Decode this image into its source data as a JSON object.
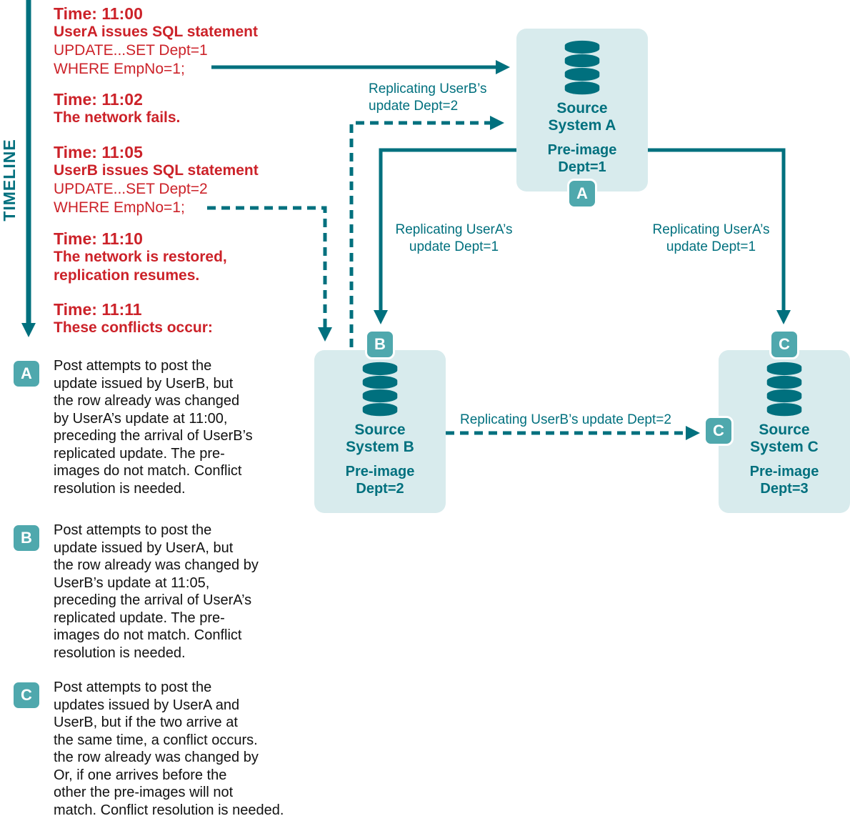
{
  "colors": {
    "teal_dark": "#00707e",
    "teal_badge": "#4fa8ad",
    "box_fill": "#d8ebed",
    "red": "#cc2229",
    "text": "#111111"
  },
  "timeline": {
    "label": "TIMELINE",
    "events": [
      {
        "title": "Time: 11:00",
        "lines": [
          "UserA issues SQL statement",
          "UPDATE...SET Dept=1",
          "WHERE EmpNo=1;"
        ]
      },
      {
        "title": "Time: 11:02",
        "lines": [
          "The network fails."
        ]
      },
      {
        "title": "Time: 11:05",
        "lines": [
          "UserB issues SQL statement",
          "UPDATE...SET Dept=2",
          "WHERE EmpNo=1;"
        ]
      },
      {
        "title": "Time: 11:10",
        "lines": [
          "The network is restored,",
          "replication resumes."
        ]
      },
      {
        "title": "Time: 11:11",
        "lines": [
          "These conflicts occur:"
        ]
      }
    ]
  },
  "conflicts": [
    {
      "badge": "A",
      "text": "Post attempts to post the\nupdate issued by UserB, but\nthe row already was changed\nby UserA’s update at 11:00,\npreceding the arrival of UserB’s\nreplicated update. The pre-\nimages do not match. Conflict\nresolution is needed."
    },
    {
      "badge": "B",
      "text": "Post attempts to post the\nupdate issued by UserA, but\nthe row already was changed by\nUserB’s update at 11:05,\npreceding the arrival of UserA’s\nreplicated update. The pre-\nimages do not match. Conflict\nresolution is needed."
    },
    {
      "badge": "C",
      "text": "Post attempts to post the\nupdates issued by UserA and\nUserB, but if the two arrive at\nthe same time, a conflict occurs.\nthe row already was changed by\nOr, if one arrives before the\nother the  pre-images will not\nmatch. Conflict resolution is needed."
    }
  ],
  "systems": {
    "a": {
      "name": "Source\nSystem A",
      "preimage": "Pre-image\nDept=1",
      "badge": "A"
    },
    "b": {
      "name": "Source\nSystem B",
      "preimage": "Pre-image\nDept=2",
      "badge": "B"
    },
    "c": {
      "name": "Source\nSystem C",
      "preimage": "Pre-image\nDept=3",
      "badge": "C",
      "badge_left": "C"
    }
  },
  "arrows": {
    "userb_to_a_label": "Replicating UserB’s\nupdate Dept=2",
    "a_to_b_label": "Replicating UserA’s\nupdate Dept=1",
    "a_to_c_label": "Replicating UserA’s\nupdate Dept=1",
    "b_to_c_label": "Replicating UserB’s update Dept=2"
  }
}
